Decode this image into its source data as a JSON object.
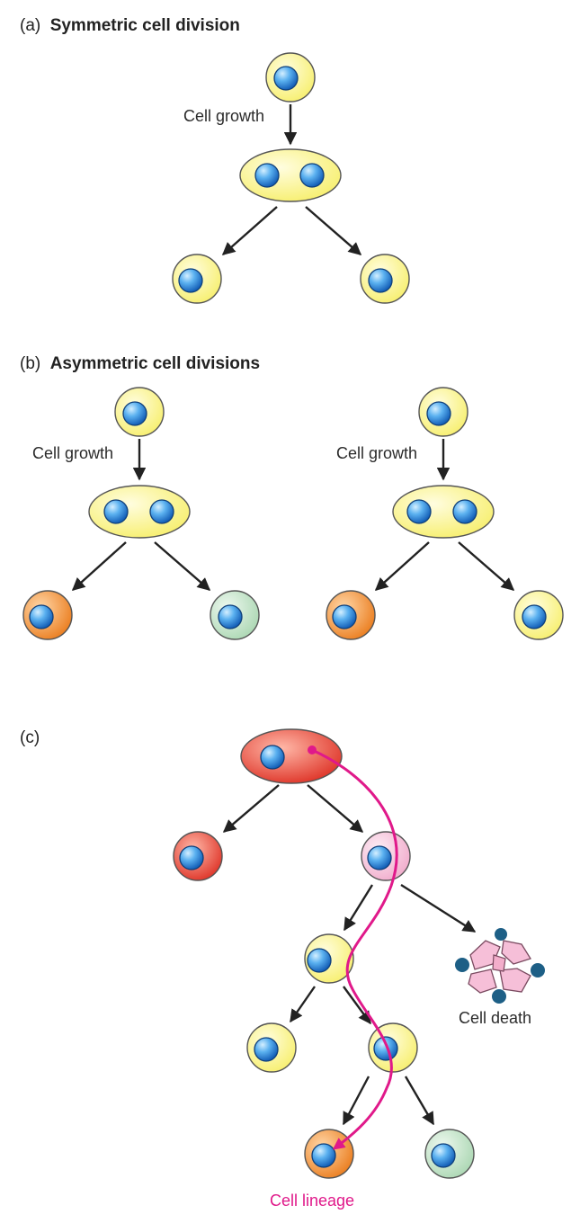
{
  "panels": {
    "a": {
      "prefix": "(a)",
      "title": "Symmetric cell division",
      "growth_label": "Cell growth"
    },
    "b": {
      "prefix": "(b)",
      "title": "Asymmetric cell divisions",
      "growth_label_left": "Cell growth",
      "growth_label_right": "Cell growth"
    },
    "c": {
      "prefix": "(c)",
      "death_label": "Cell death",
      "lineage_label": "Cell lineage"
    }
  },
  "colors": {
    "yellow_cell": "#fbf58c",
    "orange_cell": "#f08a2c",
    "green_cell": "#bfe0c4",
    "red_cell": "#e53a2c",
    "pink_cell": "#f6bfd8",
    "nucleus": "#2f8fd8",
    "lineage": "#e0198a",
    "arrow": "#222222"
  }
}
